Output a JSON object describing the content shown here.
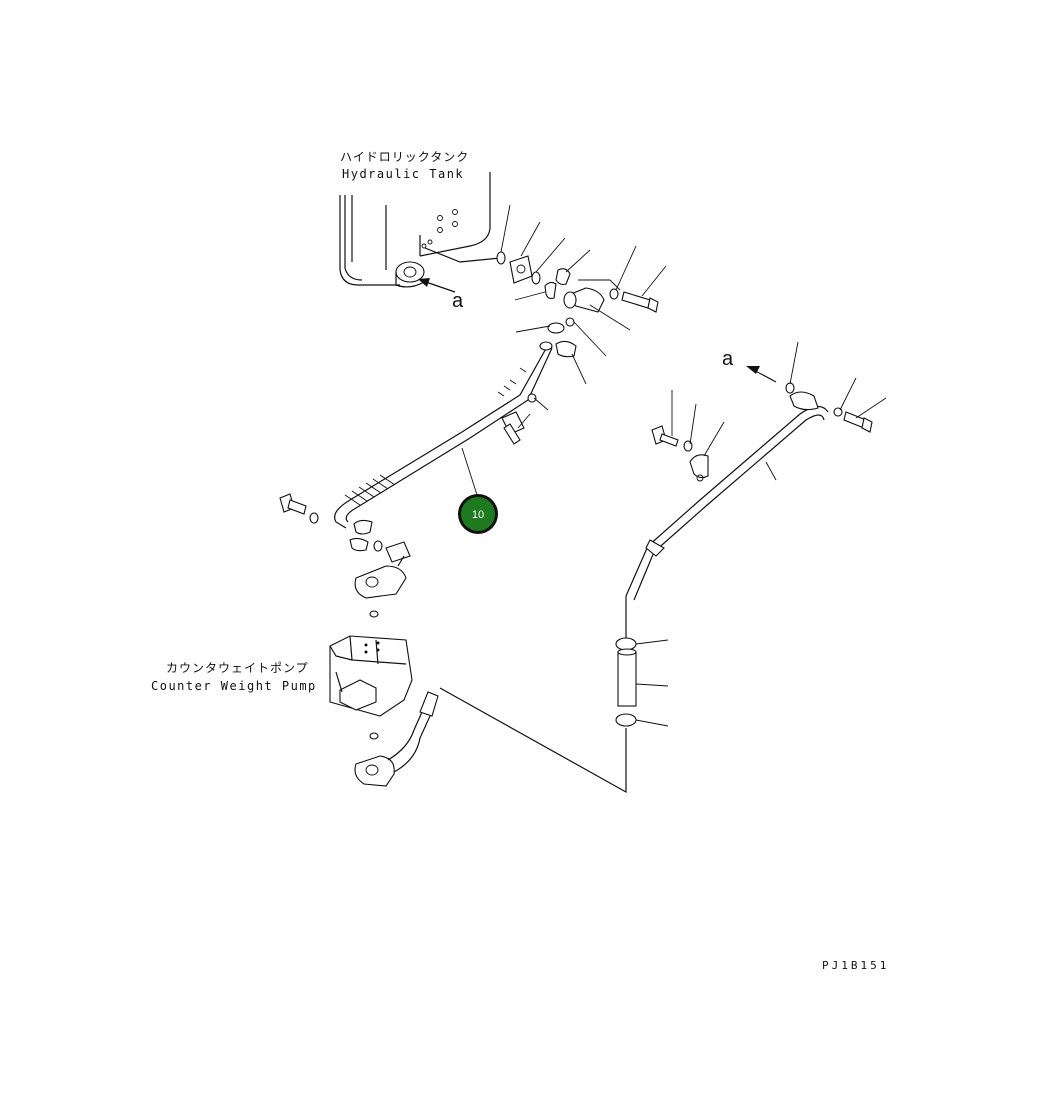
{
  "labels": {
    "hydraulic_tank_jp": "ハイドロリックタンク",
    "hydraulic_tank_en": "Hydraulic Tank",
    "counter_weight_pump_jp": "カウンタウェイトポンプ",
    "counter_weight_pump_en": "Counter Weight Pump",
    "ref_a_top": "a",
    "ref_a_right": "a",
    "drawing_code": "PJ1B151"
  },
  "callout": {
    "number": "10",
    "color": "#1e7a1e"
  }
}
